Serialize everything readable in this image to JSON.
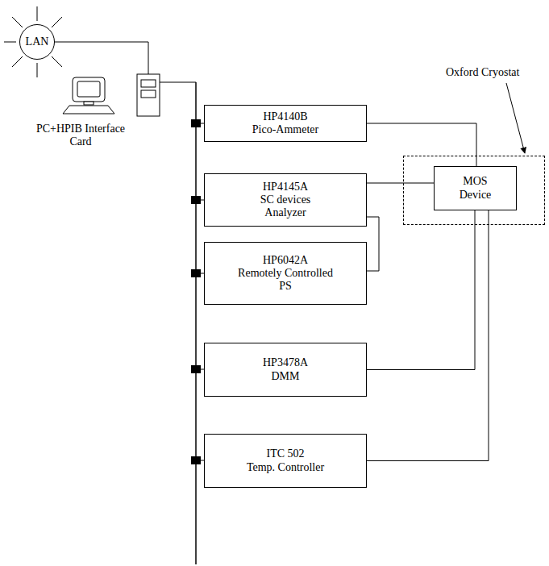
{
  "diagram": {
    "nodes": [
      {
        "text": [
          "LAN"
        ]
      },
      {
        "text": [
          "Oxford Cryostat"
        ]
      },
      {
        "text": [
          "MOS Device"
        ],
        "in": 1
      },
      {
        "text": [
          "HP4140B",
          "Pico-Ammeter"
        ]
      },
      {
        "text": [
          "HP4145A",
          "SC devices Analyzer"
        ]
      },
      {
        "text": [
          "HP6042A",
          "Remotely Controlled PS"
        ]
      },
      {
        "text": [
          "HP3478A",
          "DMM"
        ]
      },
      {
        "text": [
          "ITC 502",
          "Temp. Controller"
        ]
      }
    ],
    "edges": [
      {
        "from": 3,
        "to": 2,
        "arrow": "none"
      },
      {
        "from": 4,
        "to": 2,
        "arrow": "none"
      },
      {
        "from": 4,
        "to": 5,
        "arrow": "none"
      },
      {
        "from": 6,
        "to": 2,
        "arrow": "none"
      },
      {
        "from": 7,
        "to": 2,
        "arrow": "none"
      }
    ],
    "labels": [
      "PC+HPIB Interface Card"
    ]
  }
}
